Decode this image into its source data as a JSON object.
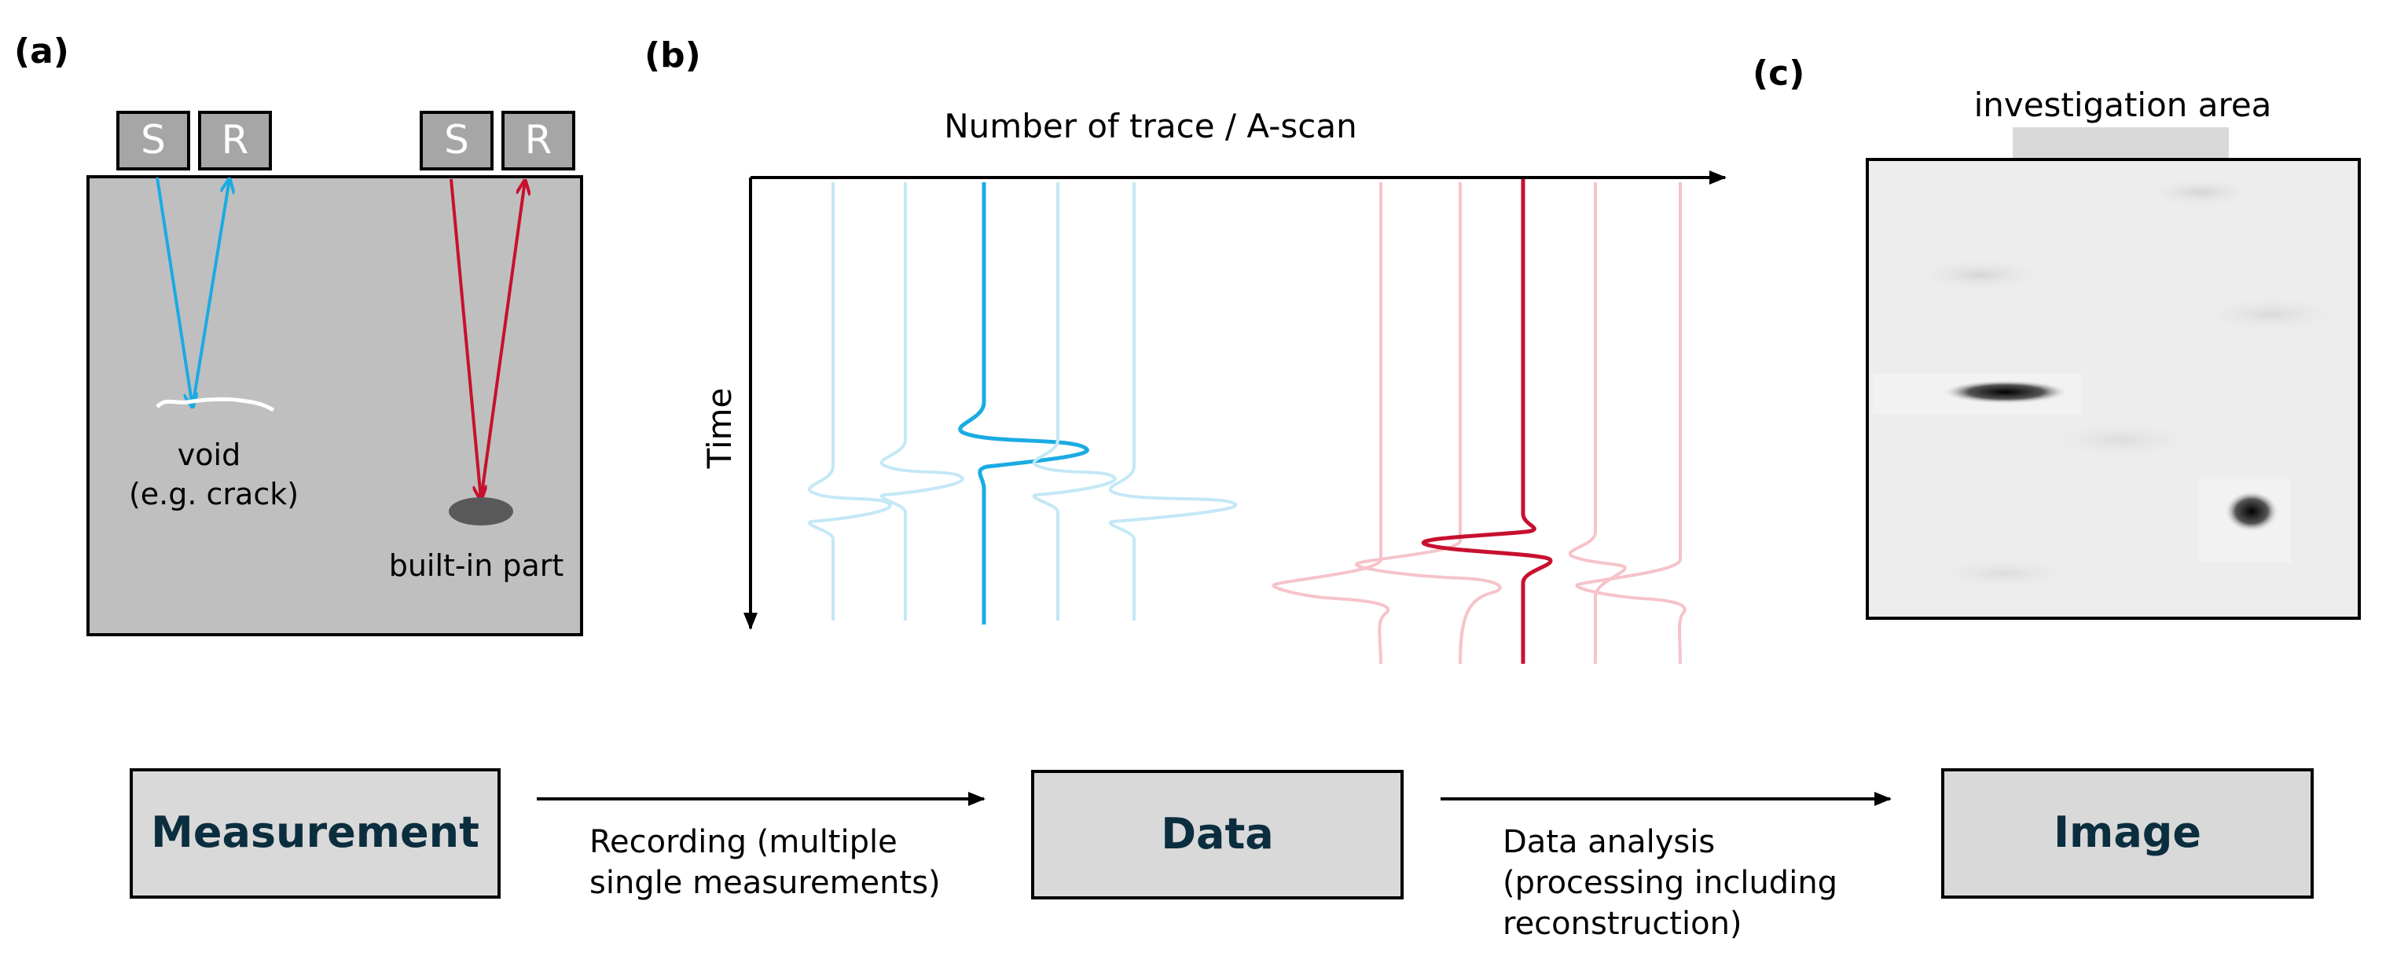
{
  "panel_a": {
    "label": "(a)",
    "sensor_s": "S",
    "sensor_r": "R",
    "void_label_line1": "void",
    "void_label_line2": "(e.g. crack)",
    "part_label": "built-in part"
  },
  "panel_b": {
    "label": "(b)",
    "x_axis_label": "Number of trace / A-scan",
    "y_axis_label": "Time"
  },
  "panel_c": {
    "label": "(c)",
    "area_label": "investigation area"
  },
  "workflow": {
    "step1": "Measurement",
    "arrow1_line1": "Recording (multiple",
    "arrow1_line2": "single measurements)",
    "step2": "Data",
    "arrow2_line1": "Data analysis",
    "arrow2_line2": "(processing including",
    "arrow2_line3": "reconstruction)",
    "step3": "Image"
  },
  "colors": {
    "blue": "#1aabe3",
    "blue_light": "#c4e8f6",
    "red": "#c8102e",
    "red_light": "#f6c3c9",
    "box_fill": "#d9d9d9",
    "specimen_fill": "#bfbfbf",
    "step_text": "#0b2e3f"
  }
}
